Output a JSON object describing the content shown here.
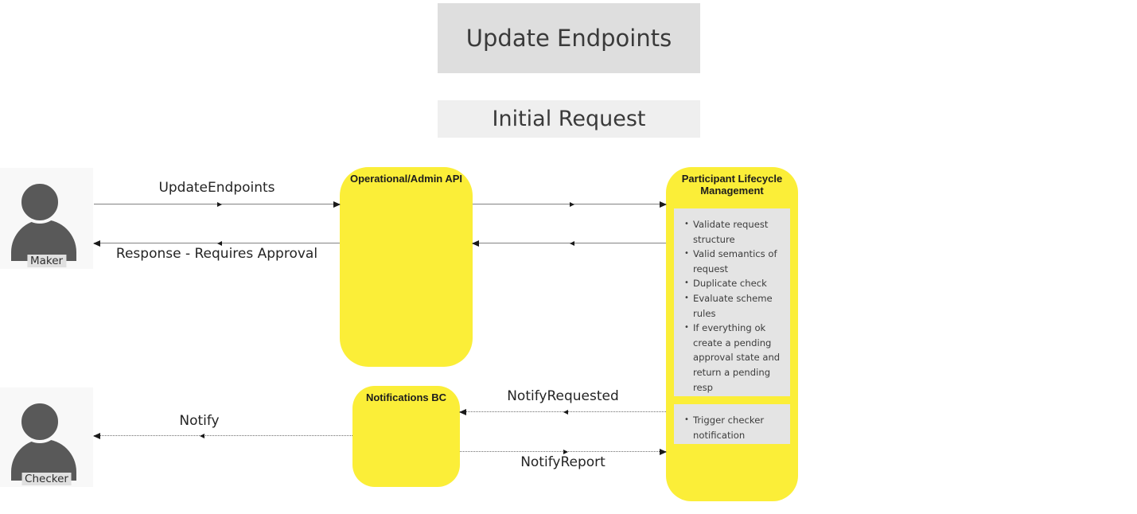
{
  "header": {
    "title": "Update Endpoints",
    "subtitle": "Initial Request"
  },
  "actors": {
    "maker": {
      "label": "Maker"
    },
    "checker": {
      "label": "Checker"
    }
  },
  "participants": {
    "operational_admin_api": {
      "label": "Operational/Admin API"
    },
    "participant_lifecycle_management": {
      "label": "Participant Lifecycle Management",
      "note_validation": {
        "bullets": [
          "Validate request structure",
          "Valid semantics of request",
          "Duplicate check",
          "Evaluate scheme rules",
          "If everything ok create a pending approval state and return a pending resp"
        ]
      },
      "note_trigger": {
        "bullets": [
          "Trigger checker notification"
        ]
      }
    },
    "notifications_bc": {
      "label": "Notifications BC"
    }
  },
  "messages": {
    "update_endpoints": {
      "label": "UpdateEndpoints",
      "style": "solid",
      "direction": "right",
      "from": "Maker",
      "to": "Operational/Admin API"
    },
    "relay_request": {
      "label": "",
      "style": "solid",
      "direction": "right",
      "from": "Operational/Admin API",
      "to": "Participant Lifecycle Management"
    },
    "relay_response": {
      "label": "",
      "style": "solid",
      "direction": "left",
      "from": "Participant Lifecycle Management",
      "to": "Operational/Admin API"
    },
    "response_requires_approval": {
      "label": "Response - Requires Approval",
      "style": "solid",
      "direction": "left",
      "from": "Operational/Admin API",
      "to": "Maker"
    },
    "notify_requested": {
      "label": "NotifyRequested",
      "style": "dotted",
      "direction": "left",
      "from": "Participant Lifecycle Management",
      "to": "Notifications BC"
    },
    "notify": {
      "label": "Notify",
      "style": "dotted",
      "direction": "left",
      "from": "Notifications BC",
      "to": "Checker"
    },
    "notify_report": {
      "label": "NotifyReport",
      "style": "dotted",
      "direction": "right",
      "from": "Notifications BC",
      "to": "Participant Lifecycle Management"
    }
  },
  "colors": {
    "participant_fill": "#FBEE38",
    "note_fill": "#E4E4E4",
    "title_box_fill": "#DEDEDE",
    "subtitle_box_fill": "#EFEFEF",
    "actor_box_fill": "#F8F8F8",
    "actor_icon": "#595959",
    "actor_label_bg": "#E0E0E0",
    "arrow_color": "#1A1A1A"
  }
}
